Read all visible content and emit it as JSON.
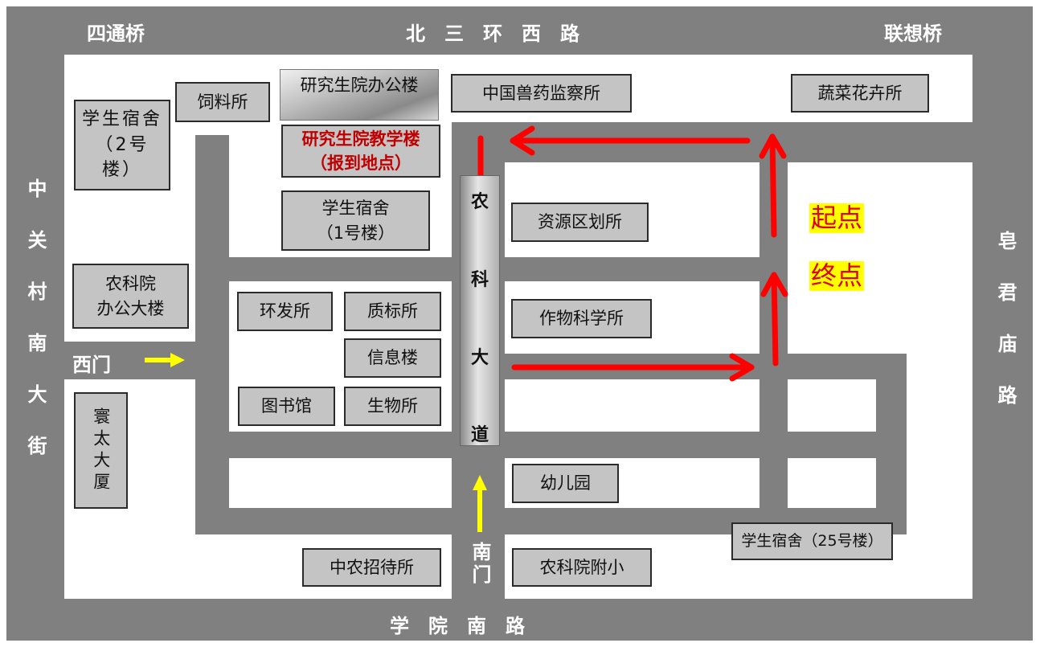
{
  "roads": {
    "north": "北　三　环　西　路",
    "south": "学　院　南　路",
    "west": "中关村南大街",
    "east": "皂君庙路",
    "campus_avenue": [
      "农",
      "科",
      "大",
      "道"
    ]
  },
  "bridges": {
    "northwest": "四通桥",
    "northeast": "联想桥"
  },
  "gates": {
    "west": "西门",
    "south": "南门"
  },
  "buildings": {
    "feed": "饲料所",
    "dorm2": "学生宿舍（2号楼）",
    "grad_office": "研究生院办公楼",
    "grad_teaching_line1": "研究生院教学楼",
    "grad_teaching_line2": "（报到地点）",
    "dorm1_line1": "学生宿舍",
    "dorm1_line2": "（1号楼）",
    "vet": "中国兽药监察所",
    "veg": "蔬菜花卉所",
    "resource": "资源区划所",
    "caas_office_line1": "农科院",
    "caas_office_line2": "办公大楼",
    "env": "环发所",
    "quality": "质标所",
    "info": "信息楼",
    "crop": "作物科学所",
    "library": "图书馆",
    "bio": "生物所",
    "huantai": "寰太大厦",
    "kinder": "幼儿园",
    "dorm25": "学生宿舍（25号楼）",
    "hotel": "中农招待所",
    "school": "农科院附小"
  },
  "markers": {
    "start": "起点",
    "end": "终点"
  },
  "colors": {
    "road": "#808080",
    "route": "#ff0000",
    "gate_arrow": "#ffff00",
    "highlight": "#ffff00"
  }
}
